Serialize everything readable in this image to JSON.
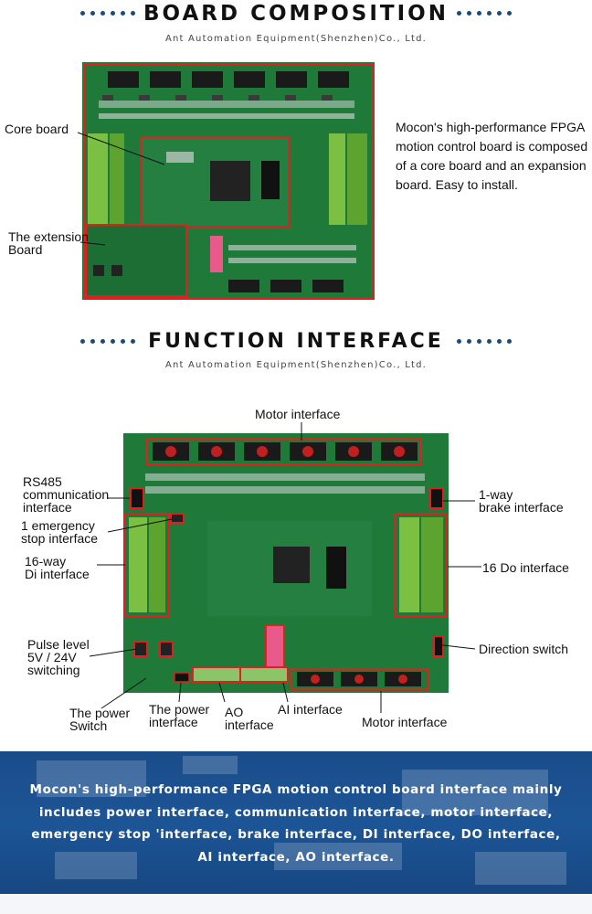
{
  "section1": {
    "title": "BOARD COMPOSITION",
    "subtitle": "Ant Automation Equipment(Shenzhen)Co., Ltd.",
    "labels": {
      "core_board": "Core board",
      "extension_board": "The extension\nBoard"
    },
    "description": "Mocon's high-performance FPGA motion control board is composed of a core board and an expansion board. Easy to install."
  },
  "section2": {
    "title": "FUNCTION INTERFACE",
    "subtitle": "Ant Automation Equipment(Shenzhen)Co., Ltd.",
    "labels": {
      "motor_interface_top": "Motor interface",
      "rs485": "RS485\ncommunication\ninterface",
      "emergency_stop": "1 emergency\nstop interface",
      "di_interface": "16-way\nDi interface",
      "brake_interface": "1-way\nbrake interface",
      "do_interface": "16 Do interface",
      "pulse_level": "Pulse level\n5V / 24V\nswitching",
      "direction_switch": "Direction switch",
      "power_switch": "The power\nSwitch",
      "power_interface": "The power\ninterface",
      "ao_interface": "AO\ninterface",
      "ai_interface": "AI interface",
      "motor_interface_bottom": "Motor interface"
    }
  },
  "footer": {
    "text": "Mocon's high-performance FPGA motion control board interface mainly includes power interface, communication interface, motor interface, emergency stop 'interface, brake interface, DI interface, DO interface, AI interface, AO interface."
  },
  "colors": {
    "accent_blue": "#1c4a7a",
    "highlight_red": "#e02020",
    "pcb_green": "#1f7a3a",
    "band_blue": "#1b4c8a"
  }
}
